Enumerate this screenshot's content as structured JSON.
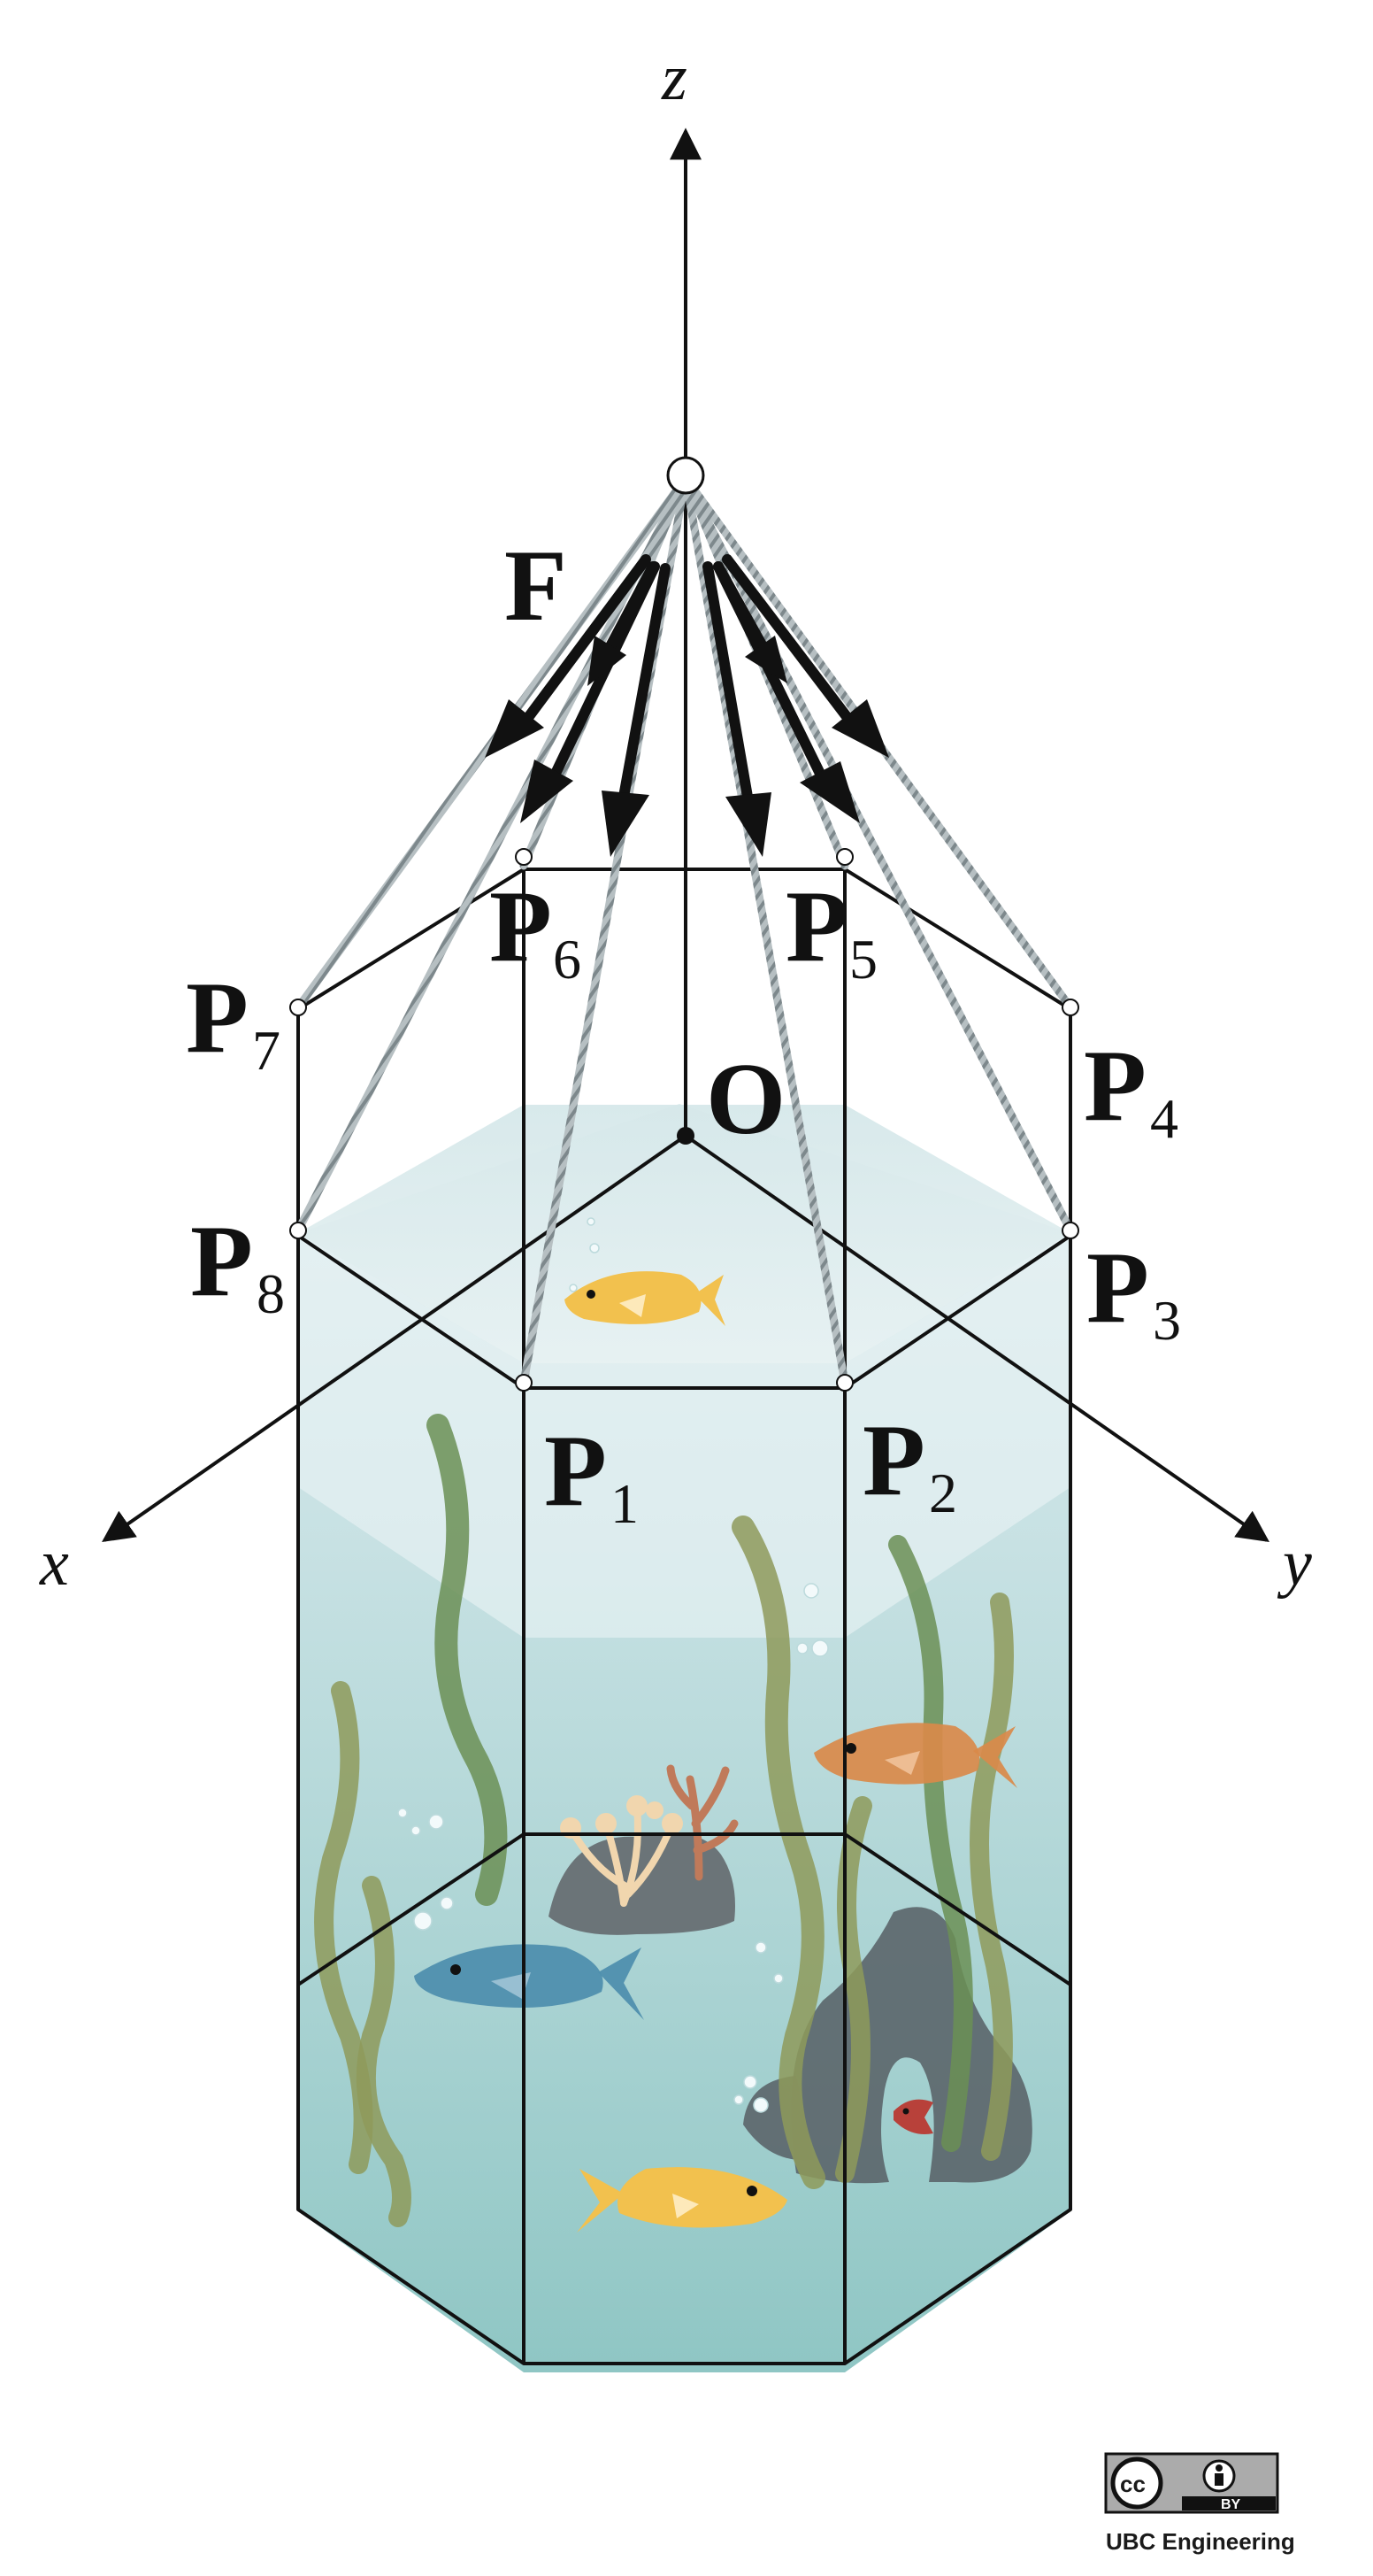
{
  "axes": {
    "x": "x",
    "y": "y",
    "z": "z"
  },
  "origin_label": "O",
  "force_label": "F",
  "points": [
    {
      "letter": "P",
      "sub": "1"
    },
    {
      "letter": "P",
      "sub": "2"
    },
    {
      "letter": "P",
      "sub": "3"
    },
    {
      "letter": "P",
      "sub": "4"
    },
    {
      "letter": "P",
      "sub": "5"
    },
    {
      "letter": "P",
      "sub": "6"
    },
    {
      "letter": "P",
      "sub": "7"
    },
    {
      "letter": "P",
      "sub": "8"
    }
  ],
  "license": {
    "cc": "cc",
    "by": "BY",
    "credit": "UBC Engineering"
  },
  "colors": {
    "water_light": "#d9ecee",
    "water_deep": "#9ccbcb",
    "line": "#111111",
    "cable": "#9aa5a8",
    "rock": "#5f6a6e",
    "seaweed": "#8e9a5a",
    "seaweed_dark": "#6b8f55",
    "fish_yellow": "#f2c14e",
    "fish_orange": "#d98a4a",
    "fish_blue": "#4f8fae"
  }
}
